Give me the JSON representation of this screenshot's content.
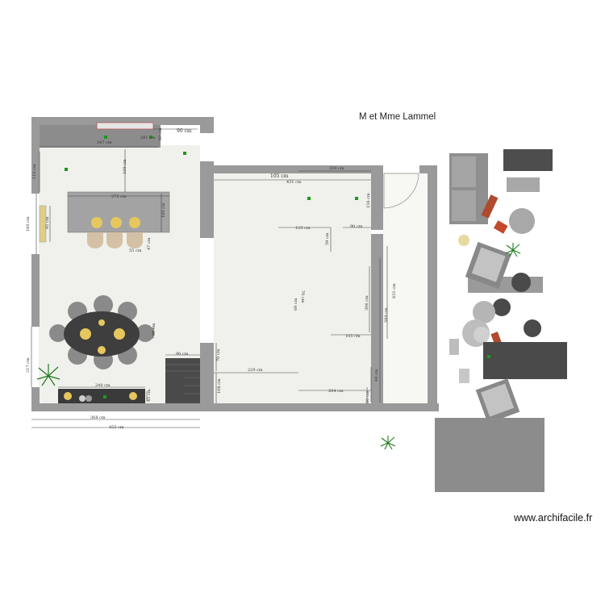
{
  "project_title": "M et Mme Lammel",
  "credit": "www.archifacile.fr",
  "dimensions": {
    "d_347": "347 cm",
    "d_281": "281 cm",
    "d_90_top": "90 cm",
    "d_60a": "60 cm",
    "d_110": "110 cm",
    "d_109": "109 cm",
    "d_275": "275 cm",
    "d_100": "100 cm",
    "d_160": "160 cm",
    "d_95": "95 cm",
    "d_55": "55 cm",
    "d_47": "47 cm",
    "d_105_top": "105 cm",
    "d_204_top": "204 cm",
    "d_431": "431 cm",
    "d_156": "156 cm",
    "d_133": "133 cm",
    "d_59": "59 cm",
    "d_90_mid": "90 cm",
    "d_70": "70 cm",
    "d_69": "69 cm",
    "d_306": "306 cm",
    "d_632": "632 cm",
    "d_584": "584 cm",
    "d_105_mid": "105 cm",
    "d_90_stair": "90 cm",
    "d_70b": "70 cm",
    "d_217": "217 cm",
    "d_60b": "60 cm",
    "d_229": "229 cm",
    "d_108": "108 cm",
    "d_240": "240 cm",
    "d_44": "44 cm",
    "d_204_bot": "204 cm",
    "d_60c": "60 cm",
    "d_45": "45 cm",
    "d_368": "368 cm",
    "d_455": "455 cm"
  }
}
